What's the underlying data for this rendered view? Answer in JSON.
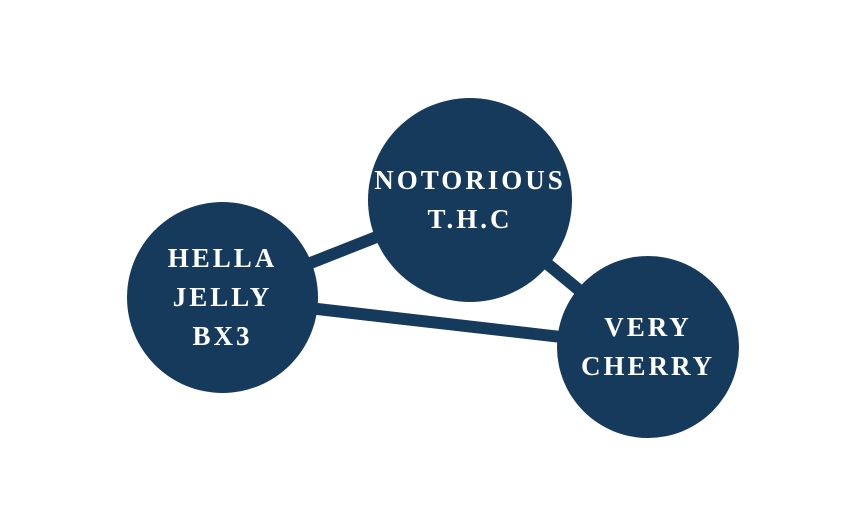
{
  "colors": {
    "node_fill": "#163a5c",
    "label_text": "#ffffff",
    "background": "#ffffff"
  },
  "diagram": {
    "type": "network",
    "nodes": [
      {
        "id": "notorious-thc",
        "lines": [
          "NOTORIOUS",
          "T.H.C"
        ]
      },
      {
        "id": "hella-jelly-bx3",
        "lines": [
          "HELLA",
          "JELLY",
          "BX3"
        ]
      },
      {
        "id": "very-cherry",
        "lines": [
          "VERY",
          "CHERRY"
        ]
      }
    ],
    "edges": [
      {
        "from": "hella-jelly-bx3",
        "to": "notorious-thc"
      },
      {
        "from": "notorious-thc",
        "to": "very-cherry"
      },
      {
        "from": "hella-jelly-bx3",
        "to": "very-cherry"
      }
    ]
  }
}
